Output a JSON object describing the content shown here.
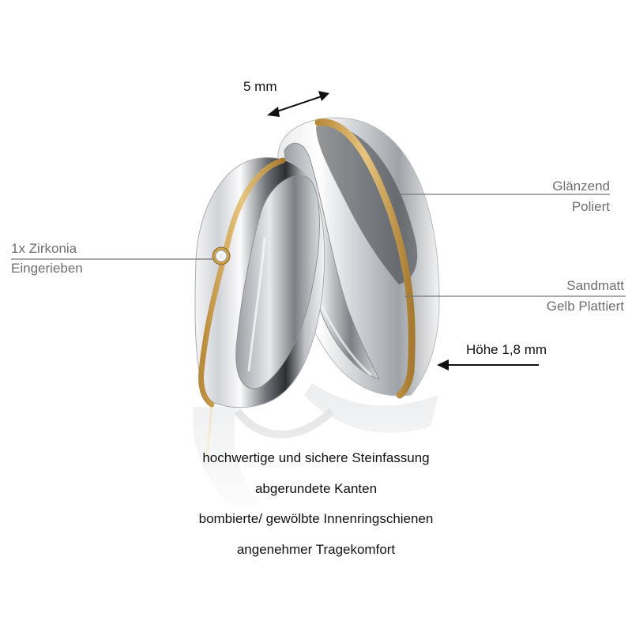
{
  "dimensions": {
    "width_label": "5 mm",
    "height_label": "Höhe 1,8 mm"
  },
  "annotations": {
    "zirkonia": [
      "1x Zirkonia",
      "Eingerieben"
    ],
    "glaenzend": [
      "Glänzend",
      "Poliert"
    ],
    "sandmatt": [
      "Sandmatt",
      "Gelb Plattiert"
    ]
  },
  "features": [
    "hochwertige und sichere Steinfassung",
    "abgerundete Kanten",
    "bombierte/ gewölbte Innenringschienen",
    "angenehmer Tragekomfort"
  ],
  "colors": {
    "background": "#ffffff",
    "silver": "#cfd2d6",
    "gold": "#d9ae5a",
    "label_gray": "#6e6e6e",
    "text_dark": "#111111"
  },
  "icons": [
    "double-arrow-icon",
    "left-arrow-icon",
    "zirconia-stone-icon"
  ]
}
